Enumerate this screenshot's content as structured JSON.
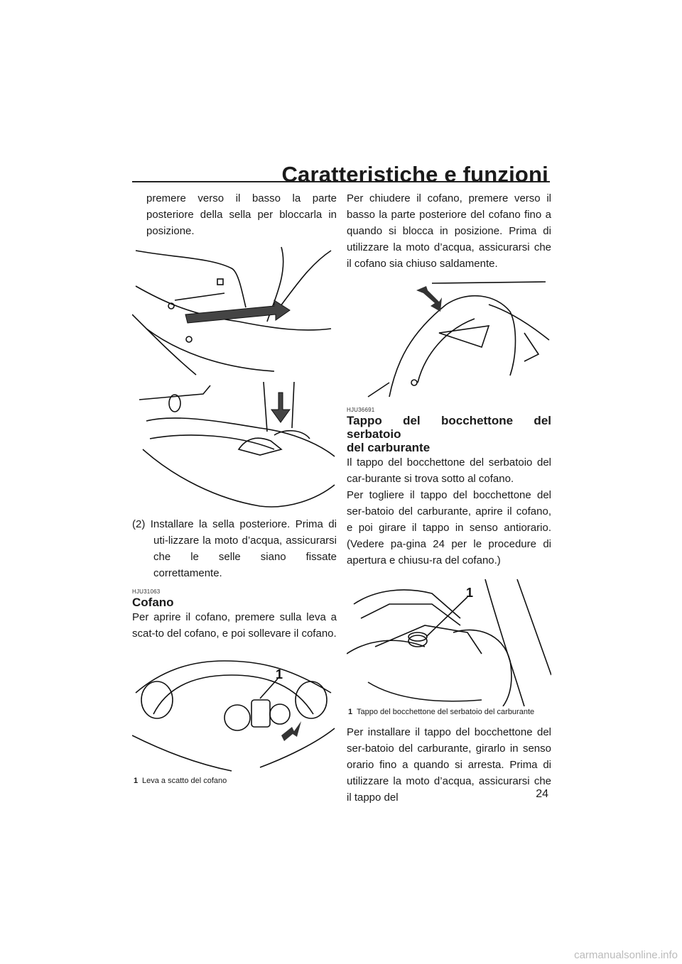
{
  "header": {
    "title": "Caratteristiche e funzioni",
    "page_number": "24"
  },
  "left_column": {
    "para_cont": "premere verso il basso la parte posteriore della sella per bloccarla in posizione.",
    "step2": "(2) Installare la sella posteriore. Prima di uti-lizzare la moto d’acqua, assicurarsi che le selle siano fissate correttamente.",
    "section_code": "HJU31063",
    "section_title": "Cofano",
    "section_body": "Per aprire il cofano, premere sulla leva a scat-to del cofano, e poi sollevare il cofano.",
    "fig3_callout": "1",
    "fig3_caption_num": "1",
    "fig3_caption": "Leva a scatto del cofano"
  },
  "right_column": {
    "para_close": "Per chiudere il cofano, premere verso il basso la parte posteriore del cofano fino a quando si blocca in posizione. Prima di utilizzare la moto d’acqua, assicurarsi che il cofano sia chiuso saldamente.",
    "section_code": "HJU36691",
    "section_title_line1": "Tappo del bocchettone del serbatoio",
    "section_title_line2": "del carburante",
    "body1": "Il tappo del bocchettone del serbatoio del car-burante si trova sotto al cofano.",
    "body2": "Per togliere il tappo del bocchettone del ser-batoio del carburante, aprire il cofano, e poi girare il tappo in senso antiorario. (Vedere pa-gina 24 per le procedure di apertura e chiusu-ra del cofano.)",
    "fig5_callout": "1",
    "fig5_caption_num": "1",
    "fig5_caption": "Tappo del bocchettone del serbatoio del carburante",
    "body3": "Per installare il tappo del bocchettone del ser-batoio del carburante, girarlo in senso orario fino a quando si arresta. Prima di utilizzare la moto d’acqua, assicurarsi che il tappo del"
  },
  "footer": {
    "watermark": "carmanualsonline.info"
  }
}
